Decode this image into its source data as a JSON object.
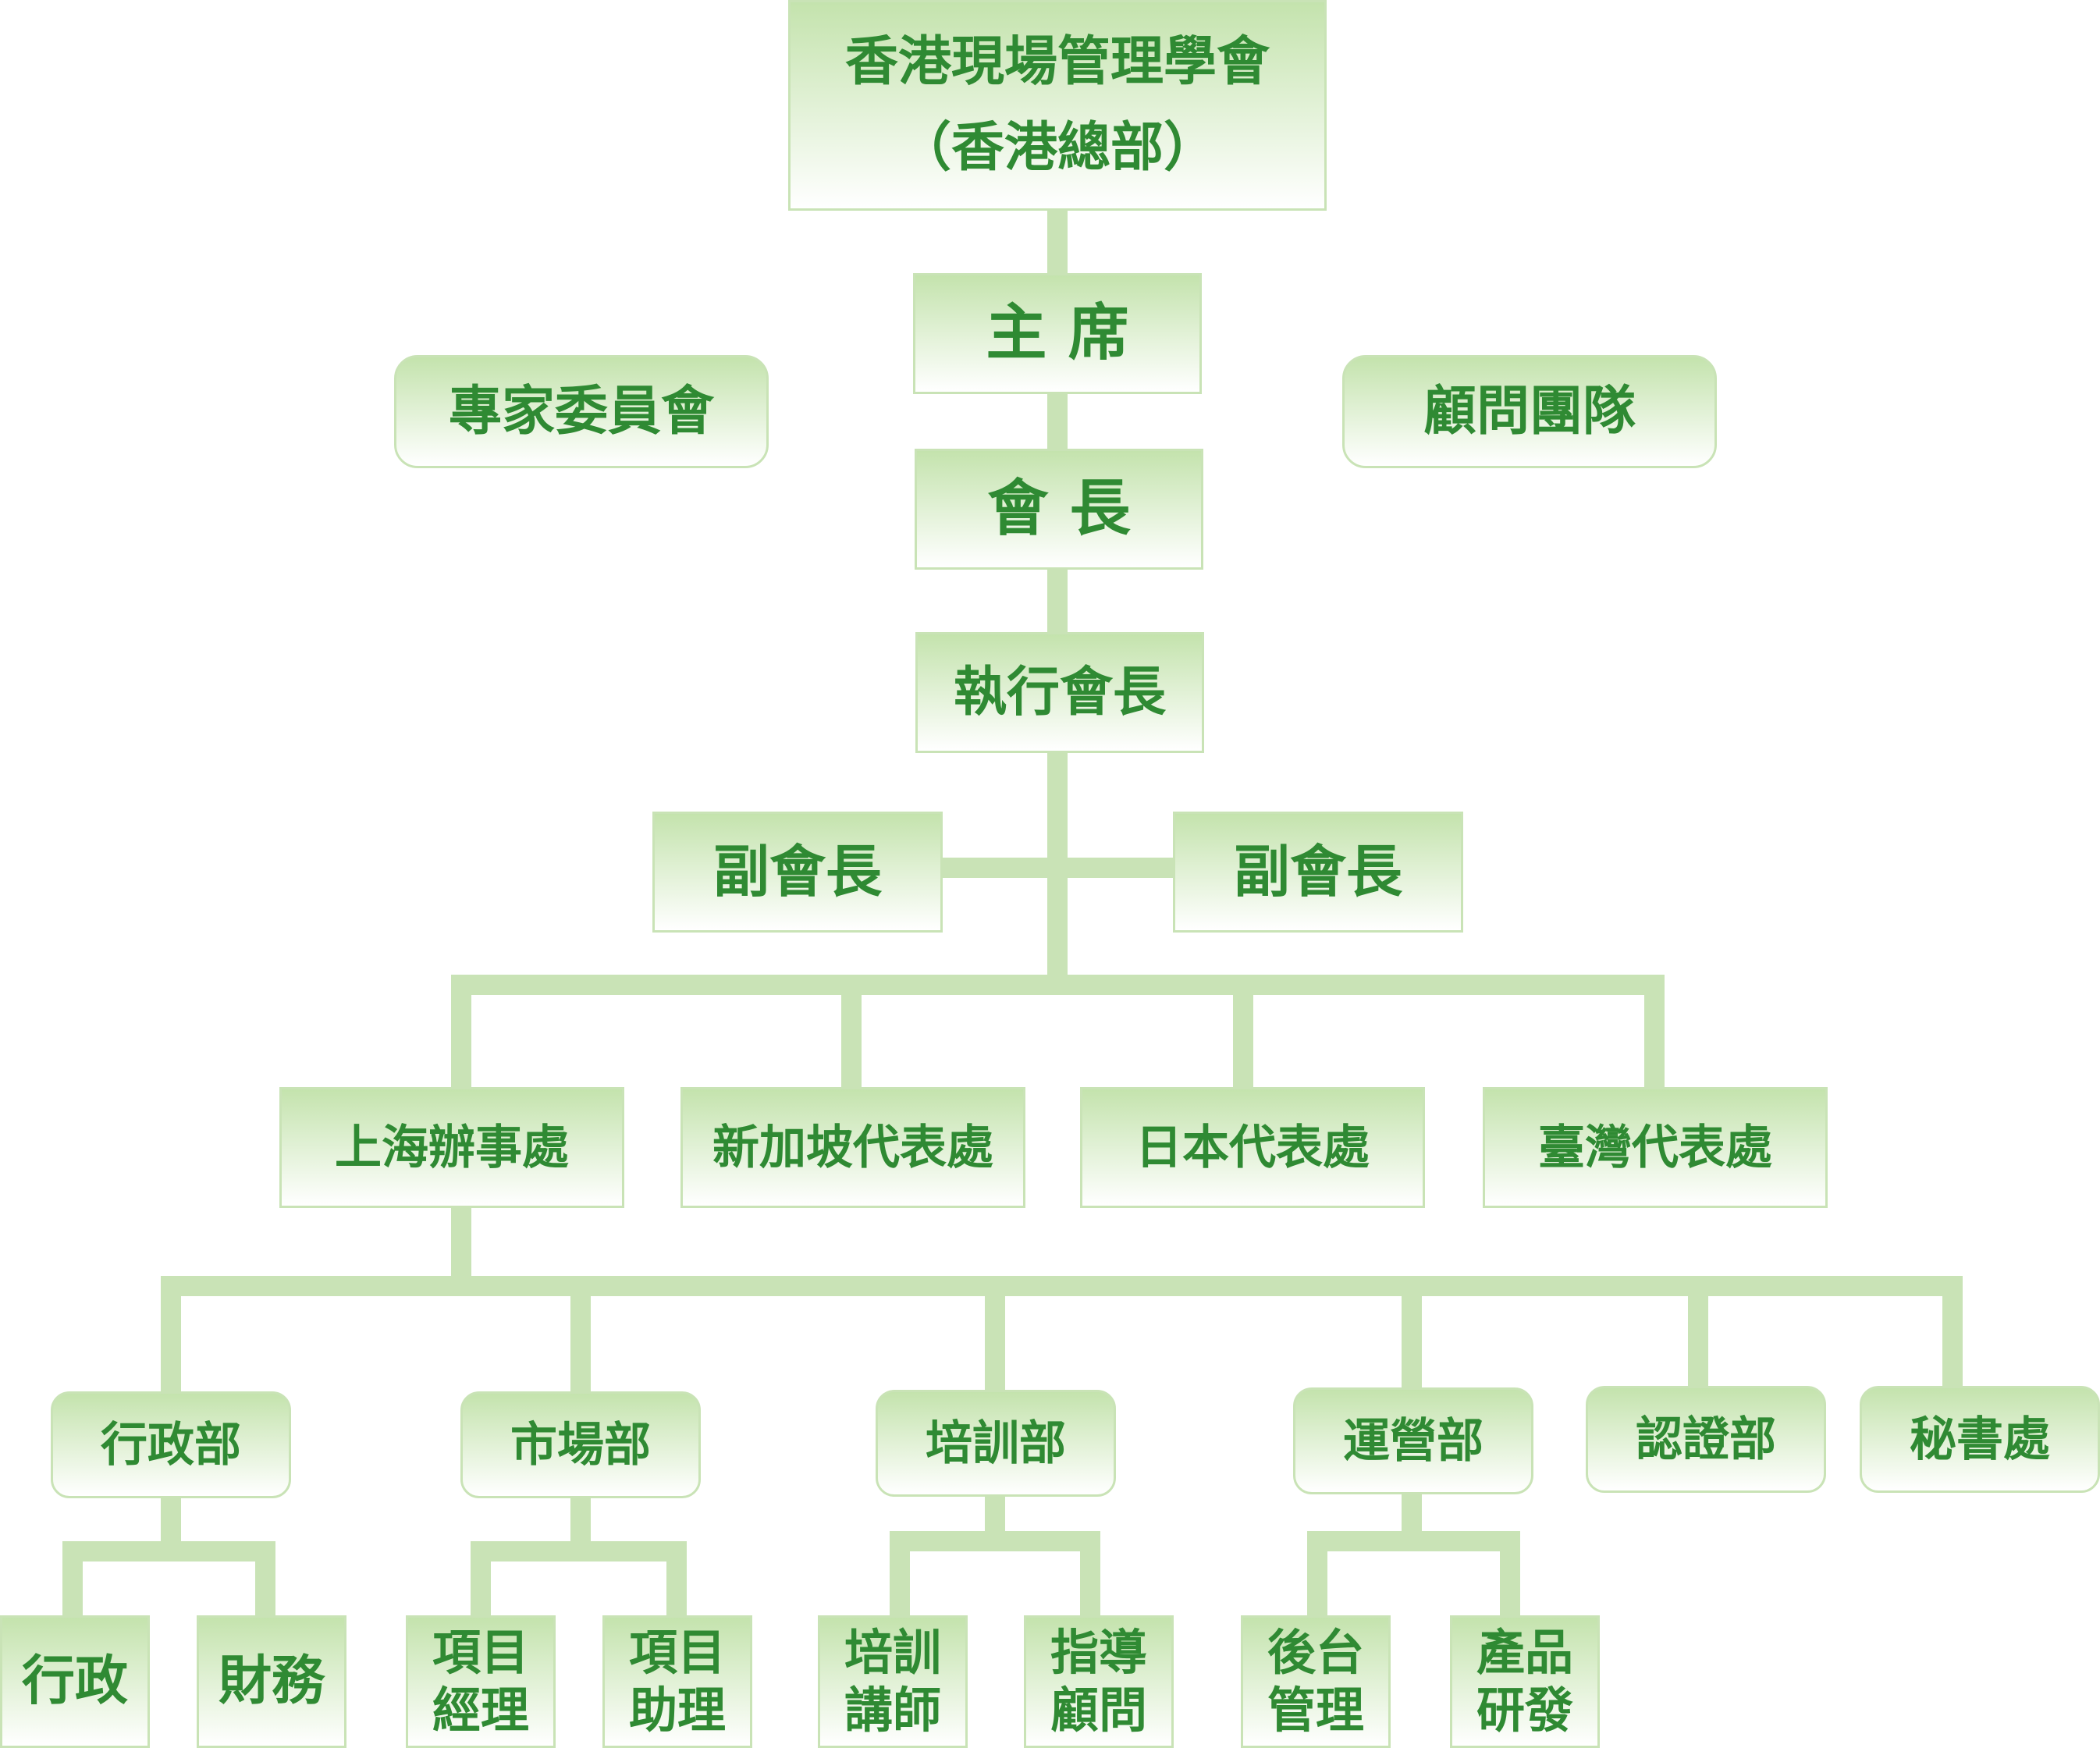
{
  "nodes": {
    "hq_line1": "香港現場管理學會",
    "hq_line2": "（香港總部）",
    "chairman": "主 席",
    "expert_committee": "專家委員會",
    "advisory_team": "顧問團隊",
    "president": "會 長",
    "executive_president": "執行會長",
    "vice_president_left": "副會長",
    "vice_president_right": "副會長",
    "shanghai_office": "上海辦事處",
    "singapore_rep": "新加坡代表處",
    "japan_rep": "日本代表處",
    "taiwan_rep": "臺灣代表處",
    "admin_dept": "行政部",
    "marketing_dept": "市場部",
    "training_dept": "培訓部",
    "operations_dept": "運營部",
    "certification_dept": "認證部",
    "secretariat": "秘書處",
    "admin": "行政",
    "finance": "財務",
    "project_manager": "項目\n經理",
    "project_assistant": "項目\n助理",
    "training_lecturer": "培訓\n講師",
    "mentor_advisor": "指導\n顧問",
    "backend_management": "後台\n管理",
    "product_rd": "產品\n研發"
  },
  "colors": {
    "text": "#2f8a33",
    "box_top": "#c4e3ad",
    "box_bottom": "#ffffff",
    "connector": "#c9e3b6"
  }
}
